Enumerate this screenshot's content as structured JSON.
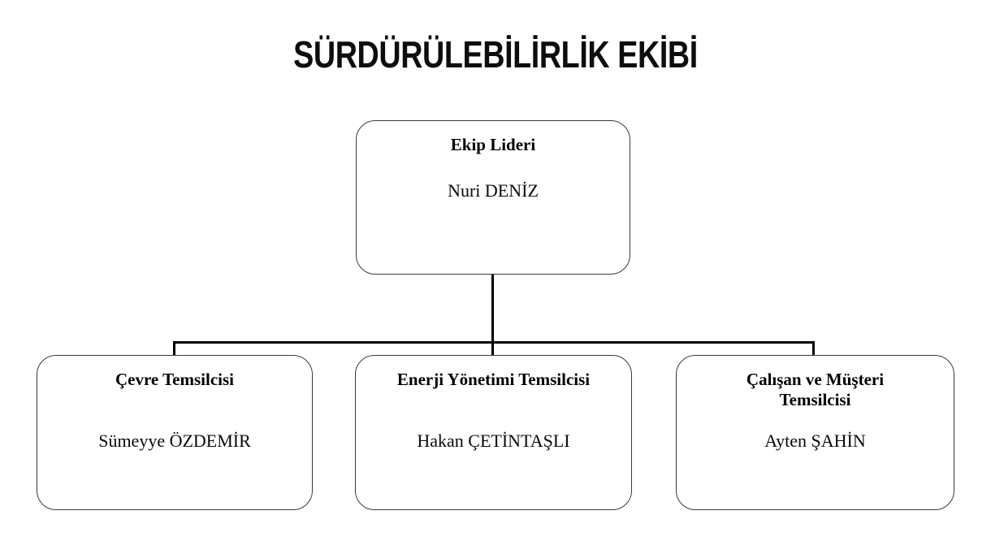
{
  "chart": {
    "title": "SÜRDÜRÜLEBİLİRLİK EKİBİ",
    "type": "organization-chart",
    "root": {
      "role": "Ekip Lideri",
      "name": "Nuri DENİZ"
    },
    "children": [
      {
        "role": "Çevre Temsilcisi",
        "name": "Sümeyye ÖZDEMİR"
      },
      {
        "role": "Enerji Yönetimi Temsilcisi",
        "name": "Hakan ÇETİNTAŞLI"
      },
      {
        "role": "Çalışan ve Müşteri\nTemsilcisi",
        "name": "Ayten ŞAHİN"
      }
    ]
  },
  "colors": {
    "background": "#ffffff",
    "text": "#000000",
    "box_border": "#3a3a3a",
    "connector": "#000000"
  }
}
